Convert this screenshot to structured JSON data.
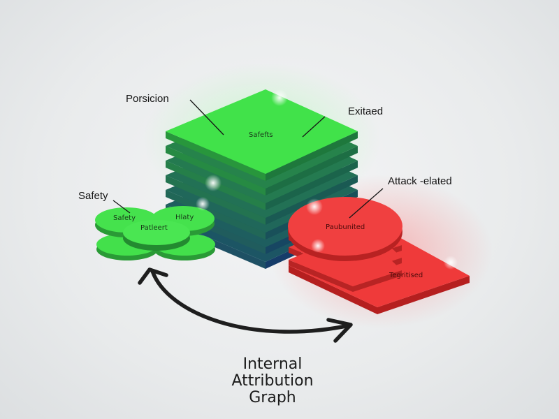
{
  "labels": {
    "porsicion": "Porsicion",
    "exitaed": "Exitaed",
    "safety_left": "Safety",
    "attack_elated": "Attack -elated",
    "green_stack_top": "Safefts",
    "green_disc_left": "Safety",
    "green_disc_right": "Hlaty",
    "green_disc_center": "Patleert",
    "red_disc_top": "Paubunited",
    "red_slab": "Tegritised"
  },
  "title": {
    "line1": "Internal",
    "line2": "Attribution",
    "line3": "Graph"
  },
  "colors": {
    "green": "#3fe34a",
    "green_dark": "#2a8c3a",
    "teal": "#1f5f66",
    "red": "#ef3e3e",
    "red_dark": "#b82222",
    "arrow": "#1e1e1e"
  }
}
